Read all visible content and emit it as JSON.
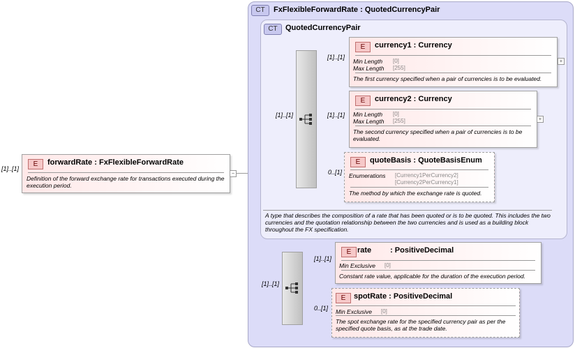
{
  "root": {
    "cardinality": "[1]..[1]",
    "label": "E",
    "name": "forwardRate",
    "type": "FxFlexibleForwardRate",
    "description": "Definition of the forward exchange rate for transactions executed during the execution period."
  },
  "complex_type_outer": {
    "badge": "CT",
    "name": "FxFlexibleForwardRate",
    "type": "QuotedCurrencyPair"
  },
  "complex_type_inner": {
    "badge": "CT",
    "name": "QuotedCurrencyPair",
    "description": "A type that describes the composition of a rate that has been quoted or is to be quoted. This includes the two currencies and the quotation relationship between the two currencies and is used as a building block throughout the FX specification.",
    "sequence_cardinality": "[1]..[1]"
  },
  "elements_inner": [
    {
      "cardinality": "[1]..[1]",
      "label": "E",
      "name": "currency1",
      "type": "Currency",
      "props": [
        {
          "key": "Min Length",
          "value": "[0]"
        },
        {
          "key": "Max Length",
          "value": "[255]"
        }
      ],
      "description": "The first currency specified when a pair of currencies is to be evaluated.",
      "expand": "+"
    },
    {
      "cardinality": "[1]..[1]",
      "label": "E",
      "name": "currency2",
      "type": "Currency",
      "props": [
        {
          "key": "Min Length",
          "value": "[0]"
        },
        {
          "key": "Max Length",
          "value": "[255]"
        }
      ],
      "description": "The second currency specified when a pair of currencies is to be evaluated.",
      "expand": "+"
    },
    {
      "cardinality": "0..[1]",
      "label": "E",
      "name": "quoteBasis",
      "type": "QuoteBasisEnum",
      "props": [
        {
          "key": "Enumerations",
          "value": "[Currency1PerCurrency2]"
        },
        {
          "key": "",
          "value": "[Currency2PerCurrency1]"
        }
      ],
      "description": "The method by which the exchange rate is quoted."
    }
  ],
  "outer_sequence_cardinality": "[1]..[1]",
  "elements_outer": [
    {
      "cardinality": "[1]..[1]",
      "label": "E",
      "name": "rate",
      "type": "PositiveDecimal",
      "props": [
        {
          "key": "Min Exclusive",
          "value": "[0]"
        }
      ],
      "description": "Constant rate value, applicable for the duration of the execution period."
    },
    {
      "cardinality": "0..[1]",
      "label": "E",
      "name": "spotRate",
      "type": "PositiveDecimal",
      "props": [
        {
          "key": "Min Exclusive",
          "value": "[0]"
        }
      ],
      "description": "The spot exchange rate for the specified currency pair as per the specified quote basis, as at the trade date."
    }
  ],
  "sequence_icon": "sequence-icon",
  "collapse_icon": "minus-icon",
  "colors": {
    "ct_outer_bg": "#dcdcf8",
    "ct_inner_bg": "#eeeefc",
    "element_gradient": "#ffe8e8",
    "e_badge": "#f6c8c8"
  }
}
